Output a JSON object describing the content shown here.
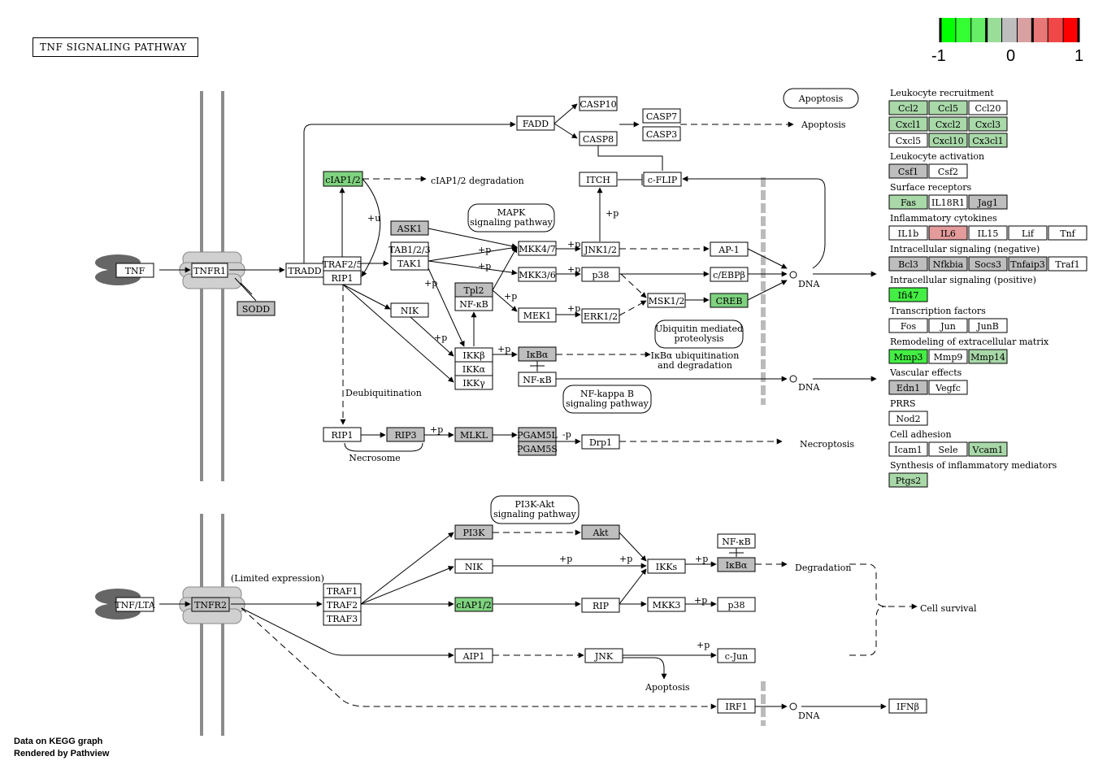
{
  "title": "TNF  SIGNALING  PATHWAY",
  "footer": {
    "line1": "Data on KEGG graph",
    "line2": "Rendered by  Pathview"
  },
  "legend": {
    "min_label": "-1",
    "mid_label": "0",
    "max_label": "1",
    "colors": [
      "#00ff00",
      "#33ff33",
      "#66ee66",
      "#99dd99",
      "#bebebe",
      "#d8a0a0",
      "#e87878",
      "#f04848",
      "#ff0000"
    ]
  },
  "colors": {
    "gray": "#bebebe",
    "green_strong": "#44ee44",
    "green_mid": "#7fd27f",
    "green_light": "#a9d8a9",
    "red_light": "#e39b9b",
    "white": "#ffffff",
    "membrane": "#8c8c8c",
    "receptor": "#d0d0d0",
    "ligand": "#666666"
  },
  "nodes": [
    {
      "id": "tnf",
      "label": "TNF",
      "fill": "white"
    },
    {
      "id": "tnfr1",
      "label": "TNFR1",
      "fill": "white"
    },
    {
      "id": "sodd",
      "label": "SODD",
      "fill": "gray"
    },
    {
      "id": "tradd",
      "label": "TRADD",
      "fill": "white"
    },
    {
      "id": "traf25",
      "label": "TRAF2/5",
      "fill": "white"
    },
    {
      "id": "rip1a",
      "label": "RIP1",
      "fill": "white"
    },
    {
      "id": "ciap12",
      "label": "cIAP1/2",
      "fill": "green_mid"
    },
    {
      "id": "fadd",
      "label": "FADD",
      "fill": "white"
    },
    {
      "id": "casp10",
      "label": "CASP10",
      "fill": "white"
    },
    {
      "id": "casp8",
      "label": "CASP8",
      "fill": "white"
    },
    {
      "id": "casp7",
      "label": "CASP7",
      "fill": "white"
    },
    {
      "id": "casp3",
      "label": "CASP3",
      "fill": "white"
    },
    {
      "id": "itch",
      "label": "ITCH",
      "fill": "white"
    },
    {
      "id": "cflip",
      "label": "c-FLIP",
      "fill": "white"
    },
    {
      "id": "ask1",
      "label": "ASK1",
      "fill": "gray"
    },
    {
      "id": "tab123",
      "label": "TAB1/2/3",
      "fill": "white"
    },
    {
      "id": "tak1",
      "label": "TAK1",
      "fill": "white"
    },
    {
      "id": "mkk47",
      "label": "MKK4/7",
      "fill": "white"
    },
    {
      "id": "mkk36",
      "label": "MKK3/6",
      "fill": "white"
    },
    {
      "id": "jnk12",
      "label": "JNK1/2",
      "fill": "white"
    },
    {
      "id": "p38a",
      "label": "p38",
      "fill": "white"
    },
    {
      "id": "ap1",
      "label": "AP-1",
      "fill": "white"
    },
    {
      "id": "cebpb",
      "label": "c/EBPβ",
      "fill": "white"
    },
    {
      "id": "tpl2",
      "label": "Tpl2",
      "fill": "gray"
    },
    {
      "id": "nfkb1",
      "label": "NF-κB",
      "fill": "white"
    },
    {
      "id": "mek1",
      "label": "MEK1",
      "fill": "white"
    },
    {
      "id": "erk12",
      "label": "ERK1/2",
      "fill": "white"
    },
    {
      "id": "msk12",
      "label": "MSK1/2",
      "fill": "white"
    },
    {
      "id": "creb",
      "label": "CREB",
      "fill": "green_mid"
    },
    {
      "id": "nik1",
      "label": "NIK",
      "fill": "white"
    },
    {
      "id": "ikkb",
      "label": "IKKβ",
      "fill": "white"
    },
    {
      "id": "ikka",
      "label": "IKKα",
      "fill": "white"
    },
    {
      "id": "ikkg",
      "label": "IKKγ",
      "fill": "white"
    },
    {
      "id": "ikba1",
      "label": "IκBα",
      "fill": "gray"
    },
    {
      "id": "nfkb2",
      "label": "NF-κB",
      "fill": "white"
    },
    {
      "id": "rip1b",
      "label": "RIP1",
      "fill": "white"
    },
    {
      "id": "rip3",
      "label": "RIP3",
      "fill": "gray"
    },
    {
      "id": "mlkl",
      "label": "MLKL",
      "fill": "gray"
    },
    {
      "id": "pgam5l",
      "label": "PGAM5L",
      "fill": "gray"
    },
    {
      "id": "pgam5s",
      "label": "PGAM5S",
      "fill": "gray"
    },
    {
      "id": "drp1",
      "label": "Drp1",
      "fill": "white"
    },
    {
      "id": "tnflta",
      "label": "TNF/LTA",
      "fill": "white"
    },
    {
      "id": "tnfr2",
      "label": "TNFR2",
      "fill": "gray"
    },
    {
      "id": "traf1",
      "label": "TRAF1",
      "fill": "white"
    },
    {
      "id": "traf2",
      "label": "TRAF2",
      "fill": "white"
    },
    {
      "id": "traf3",
      "label": "TRAF3",
      "fill": "white"
    },
    {
      "id": "pi3k",
      "label": "PI3K",
      "fill": "gray"
    },
    {
      "id": "akt",
      "label": "Akt",
      "fill": "gray"
    },
    {
      "id": "nik2",
      "label": "NIK",
      "fill": "white"
    },
    {
      "id": "ciap12b",
      "label": "cIAP1/2",
      "fill": "green_mid"
    },
    {
      "id": "rip",
      "label": "RIP",
      "fill": "white"
    },
    {
      "id": "mkk3",
      "label": "MKK3",
      "fill": "white"
    },
    {
      "id": "p38b",
      "label": "p38",
      "fill": "white"
    },
    {
      "id": "ikks",
      "label": "IKKs",
      "fill": "white"
    },
    {
      "id": "nfkb3",
      "label": "NF-κB",
      "fill": "white"
    },
    {
      "id": "ikba2",
      "label": "IκBα",
      "fill": "gray"
    },
    {
      "id": "aip1",
      "label": "AIP1",
      "fill": "white"
    },
    {
      "id": "jnk",
      "label": "JNK",
      "fill": "white"
    },
    {
      "id": "cjun",
      "label": "c-Jun",
      "fill": "white"
    },
    {
      "id": "irf1",
      "label": "IRF1",
      "fill": "white"
    },
    {
      "id": "ifnb",
      "label": "IFNβ",
      "fill": "white"
    }
  ],
  "pathway_links": [
    {
      "id": "mapk",
      "label": "MAPK\nsignaling pathway"
    },
    {
      "id": "ubiq",
      "label": "Ubiquitin mediated\nproteolysis"
    },
    {
      "id": "nfkbpw",
      "label": "NF-kappa B\nsignaling pathway"
    },
    {
      "id": "pi3kakt",
      "label": "PI3K-Akt\nsignaling pathway"
    },
    {
      "id": "apopbox",
      "label": "Apoptosis"
    }
  ],
  "labels": [
    {
      "id": "apoptosis1",
      "text": "Apoptosis"
    },
    {
      "id": "ciapdeg",
      "text": "cIAP1/2 degradation"
    },
    {
      "id": "ikbdeg",
      "text": "IκBα ubiquitination\nand degradation"
    },
    {
      "id": "dna1",
      "text": "DNA"
    },
    {
      "id": "dna2",
      "text": "DNA"
    },
    {
      "id": "dna3",
      "text": "DNA"
    },
    {
      "id": "deubiq",
      "text": "Deubiquitination"
    },
    {
      "id": "necrosome",
      "text": "Necrosome"
    },
    {
      "id": "necroptosis",
      "text": "Necroptosis"
    },
    {
      "id": "limited",
      "text": "(Limited expression)"
    },
    {
      "id": "degradation",
      "text": "Degradation"
    },
    {
      "id": "cellsurv",
      "text": "Cell survival"
    },
    {
      "id": "apoptosis2",
      "text": "Apoptosis"
    },
    {
      "id": "u",
      "text": "+u"
    },
    {
      "id": "mp",
      "text": "-p"
    }
  ],
  "plus_p": "+p",
  "right_groups": [
    {
      "title": "Leukocyte recruitment",
      "rows": [
        [
          {
            "label": "Ccl2",
            "fill": "green_light"
          },
          {
            "label": "Ccl5",
            "fill": "green_light"
          },
          {
            "label": "Ccl20",
            "fill": "white"
          }
        ],
        [
          {
            "label": "Cxcl1",
            "fill": "green_light"
          },
          {
            "label": "Cxcl2",
            "fill": "green_light"
          },
          {
            "label": "Cxcl3",
            "fill": "green_light"
          }
        ],
        [
          {
            "label": "Cxcl5",
            "fill": "white"
          },
          {
            "label": "Cxcl10",
            "fill": "green_light"
          },
          {
            "label": "Cx3cl1",
            "fill": "green_light"
          }
        ]
      ]
    },
    {
      "title": "Leukocyte activation",
      "rows": [
        [
          {
            "label": "Csf1",
            "fill": "gray"
          },
          {
            "label": "Csf2",
            "fill": "white"
          }
        ]
      ]
    },
    {
      "title": "Surface receptors",
      "rows": [
        [
          {
            "label": "Fas",
            "fill": "green_light"
          },
          {
            "label": "IL18R1",
            "fill": "white"
          },
          {
            "label": "Jag1",
            "fill": "gray"
          }
        ]
      ]
    },
    {
      "title": "Inflammatory cytokines",
      "rows": [
        [
          {
            "label": "IL1b",
            "fill": "white"
          },
          {
            "label": "IL6",
            "fill": "red_light"
          },
          {
            "label": "IL15",
            "fill": "white"
          },
          {
            "label": "Lif",
            "fill": "white"
          },
          {
            "label": "Tnf",
            "fill": "white"
          }
        ]
      ]
    },
    {
      "title": "Intracellular signaling (negative)",
      "rows": [
        [
          {
            "label": "Bcl3",
            "fill": "gray"
          },
          {
            "label": "Nfkbia",
            "fill": "gray"
          },
          {
            "label": "Socs3",
            "fill": "gray"
          },
          {
            "label": "Tnfaip3",
            "fill": "gray"
          },
          {
            "label": "Traf1",
            "fill": "white"
          }
        ]
      ]
    },
    {
      "title": "Intracellular signaling (positive)",
      "rows": [
        [
          {
            "label": "Ifi47",
            "fill": "green_strong"
          }
        ]
      ]
    },
    {
      "title": "Transcription factors",
      "rows": [
        [
          {
            "label": "Fos",
            "fill": "white"
          },
          {
            "label": "Jun",
            "fill": "white"
          },
          {
            "label": "JunB",
            "fill": "white"
          }
        ]
      ]
    },
    {
      "title": "Remodeling of extracellular matrix",
      "rows": [
        [
          {
            "label": "Mmp3",
            "fill": "green_strong"
          },
          {
            "label": "Mmp9",
            "fill": "white"
          },
          {
            "label": "Mmp14",
            "fill": "green_light"
          }
        ]
      ]
    },
    {
      "title": "Vascular effects",
      "rows": [
        [
          {
            "label": "Edn1",
            "fill": "gray"
          },
          {
            "label": "Vegfc",
            "fill": "white"
          }
        ]
      ]
    },
    {
      "title": "PRRS",
      "rows": [
        [
          {
            "label": "Nod2",
            "fill": "white"
          }
        ]
      ]
    },
    {
      "title": "Cell adhesion",
      "rows": [
        [
          {
            "label": "Icam1",
            "fill": "white"
          },
          {
            "label": "Sele",
            "fill": "white"
          },
          {
            "label": "Vcam1",
            "fill": "green_light"
          }
        ]
      ]
    },
    {
      "title": "Synthesis of inflammatory mediators",
      "rows": [
        [
          {
            "label": "Ptgs2",
            "fill": "green_light"
          }
        ]
      ]
    }
  ]
}
